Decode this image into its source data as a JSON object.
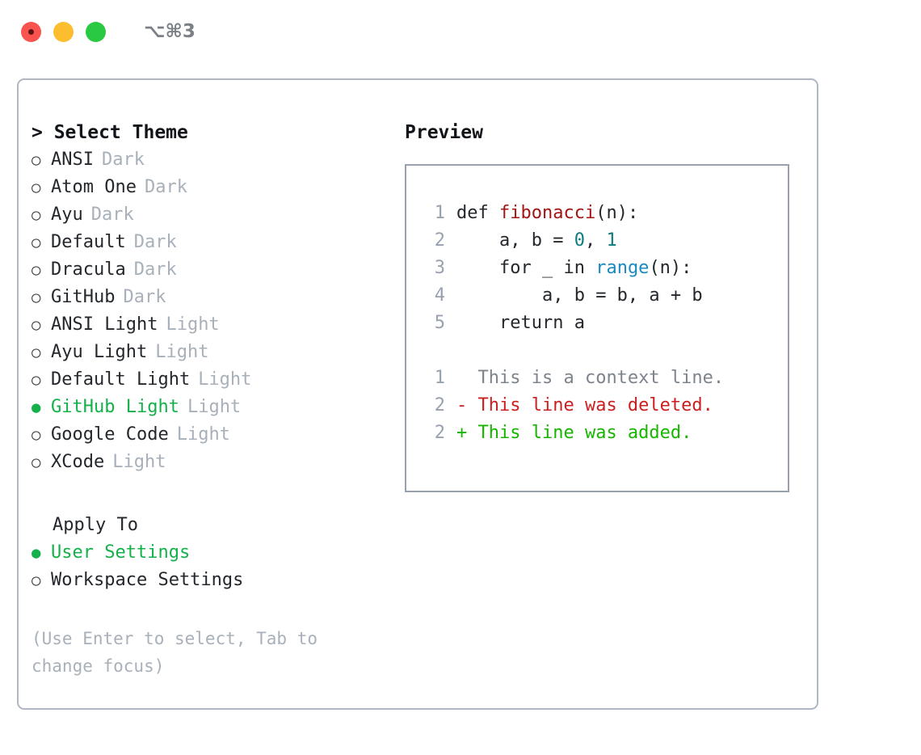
{
  "titlebar": {
    "shortcut": "⌥⌘3",
    "lights": [
      "close",
      "minimize",
      "maximize"
    ]
  },
  "theme_panel": {
    "header": "> Select Theme",
    "header_prefix": ">",
    "items": [
      {
        "bullet": "○",
        "label": "ANSI",
        "tag": "Dark",
        "selected": false
      },
      {
        "bullet": "○",
        "label": "Atom One",
        "tag": "Dark",
        "selected": false
      },
      {
        "bullet": "○",
        "label": "Ayu",
        "tag": "Dark",
        "selected": false
      },
      {
        "bullet": "○",
        "label": "Default",
        "tag": "Dark",
        "selected": false
      },
      {
        "bullet": "○",
        "label": "Dracula",
        "tag": "Dark",
        "selected": false
      },
      {
        "bullet": "○",
        "label": "GitHub",
        "tag": "Dark",
        "selected": false
      },
      {
        "bullet": "○",
        "label": "ANSI Light",
        "tag": "Light",
        "selected": false
      },
      {
        "bullet": "○",
        "label": "Ayu Light",
        "tag": "Light",
        "selected": false
      },
      {
        "bullet": "○",
        "label": "Default Light",
        "tag": "Light",
        "selected": false
      },
      {
        "bullet": "●",
        "label": "GitHub Light",
        "tag": "Light",
        "selected": true
      },
      {
        "bullet": "○",
        "label": "Google Code",
        "tag": "Light",
        "selected": false
      },
      {
        "bullet": "○",
        "label": "XCode",
        "tag": "Light",
        "selected": false
      }
    ]
  },
  "apply_to": {
    "header": "Apply To",
    "items": [
      {
        "bullet": "●",
        "label": "User Settings",
        "selected": true
      },
      {
        "bullet": "○",
        "label": "Workspace Settings",
        "selected": false
      }
    ]
  },
  "hint": "(Use Enter to select, Tab to change focus)",
  "preview": {
    "title": "Preview",
    "code_lines": [
      {
        "n": "1",
        "indent": "",
        "parts": [
          {
            "t": "def ",
            "c": "plain"
          },
          {
            "t": "fibonacci",
            "c": "fn"
          },
          {
            "t": "(n):",
            "c": "plain"
          }
        ]
      },
      {
        "n": "2",
        "indent": "    ",
        "parts": [
          {
            "t": "a, b = ",
            "c": "plain"
          },
          {
            "t": "0",
            "c": "num"
          },
          {
            "t": ", ",
            "c": "plain"
          },
          {
            "t": "1",
            "c": "num"
          }
        ]
      },
      {
        "n": "3",
        "indent": "    ",
        "parts": [
          {
            "t": "for _ in ",
            "c": "plain"
          },
          {
            "t": "range",
            "c": "call"
          },
          {
            "t": "(n):",
            "c": "plain"
          }
        ]
      },
      {
        "n": "4",
        "indent": "        ",
        "parts": [
          {
            "t": "a, b = b, a + b",
            "c": "plain"
          }
        ]
      },
      {
        "n": "5",
        "indent": "    ",
        "parts": [
          {
            "t": "return a",
            "c": "plain"
          }
        ]
      }
    ],
    "diff_lines": [
      {
        "n": "1",
        "marker": "  ",
        "text": "This is a context line.",
        "kind": "ctx"
      },
      {
        "n": "2",
        "marker": "- ",
        "text": "This line was deleted.",
        "kind": "del"
      },
      {
        "n": "2",
        "marker": "+ ",
        "text": "This line was added.",
        "kind": "add"
      }
    ]
  },
  "colors": {
    "accent_green": "#14b14a",
    "diff_add": "#17b500",
    "diff_del": "#cc1f1f",
    "muted": "#a8b0ba",
    "syntax_function": "#a31515",
    "syntax_number": "#0d7d7d",
    "syntax_call": "#1a8ac0",
    "border": "#aeb7c2"
  }
}
